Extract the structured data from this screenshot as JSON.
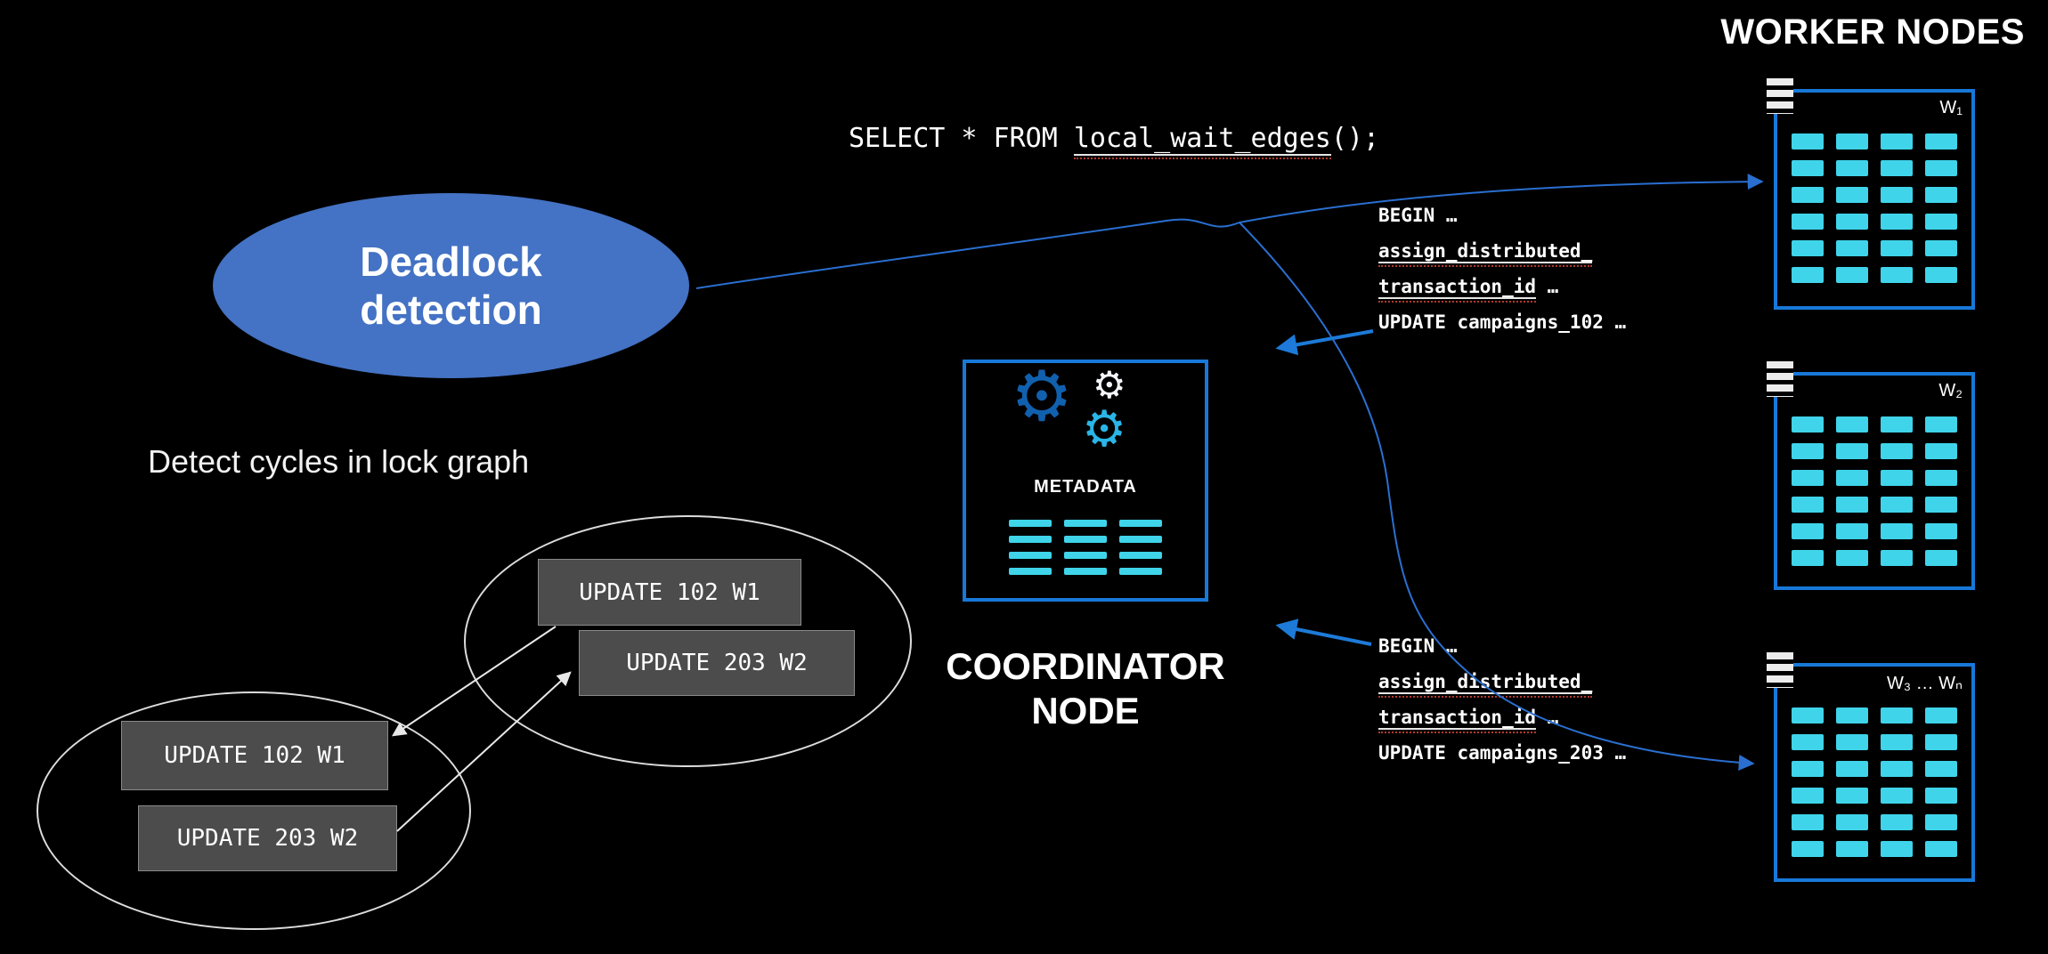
{
  "heading": {
    "worker_nodes": "WORKER NODES"
  },
  "deadlock": {
    "line1": "Deadlock",
    "line2": "detection",
    "caption": "Detect cycles in lock graph"
  },
  "sql": {
    "prefix": "SELECT * FROM ",
    "function": "local_wait_edges",
    "suffix": "();"
  },
  "coordinator": {
    "metadata": "METADATA",
    "label_line1": "COORDINATOR",
    "label_line2": "NODE"
  },
  "workers": [
    {
      "label": "W₁"
    },
    {
      "label": "W₂"
    },
    {
      "label": "W₃ … Wₙ"
    }
  ],
  "transaction_blocks": [
    {
      "line1": "BEGIN …",
      "line2": "assign_distributed_",
      "line3": "transaction_id",
      "line3_suffix": " …",
      "line4": "UPDATE campaigns_102 …"
    },
    {
      "line1": "BEGIN …",
      "line2": "assign_distributed_",
      "line3": "transaction_id",
      "line3_suffix": " …",
      "line4": "UPDATE campaigns_203 …"
    }
  ],
  "lock_graph": {
    "cycle1_box1": "UPDATE 102 W1",
    "cycle1_box2": "UPDATE 203 W2",
    "cycle2_box1": "UPDATE 102 W1",
    "cycle2_box2": "UPDATE 203 W2"
  },
  "icons": {
    "gear": "⚙"
  },
  "colors": {
    "accent_blue": "#1878d8",
    "ellipse_blue": "#4472c4",
    "cyan": "#3fd4ea",
    "box_gray": "#4c4c4c",
    "background": "#000000"
  }
}
